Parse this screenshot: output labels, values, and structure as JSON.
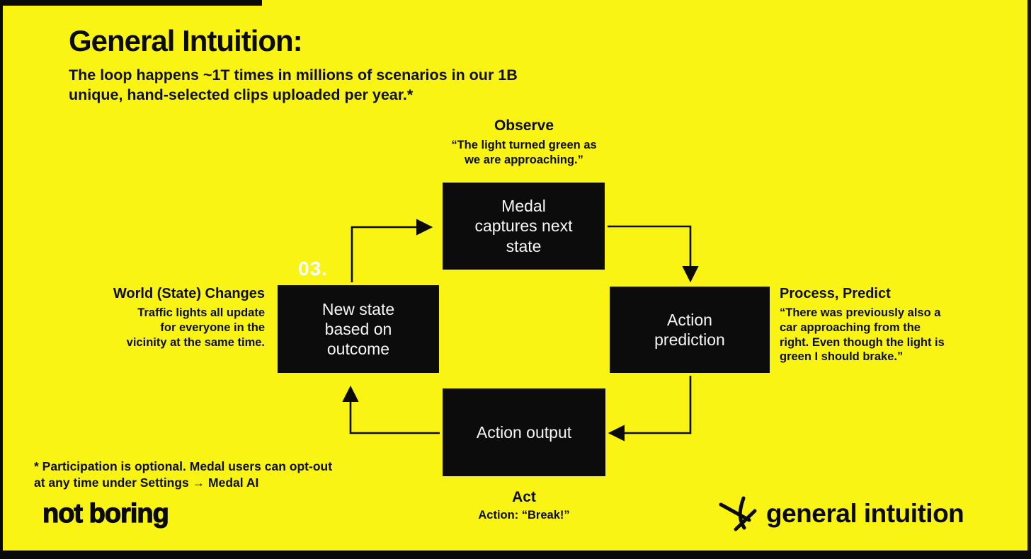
{
  "colors": {
    "background": "#FAF414",
    "node_background": "#0C0C0C",
    "node_text": "#F7F7F5",
    "text": "#0D0D0D",
    "step_number": "#FFFFFF"
  },
  "header": {
    "title": "General Intuition:",
    "subtitle": "The loop happens ~1T times in millions of scenarios in our 1B\nunique, hand-selected clips uploaded per year.*"
  },
  "diagram": {
    "step_number": "03.",
    "nodes": {
      "top": {
        "label": "Medal\ncaptures next\nstate"
      },
      "right": {
        "label": "Action\nprediction"
      },
      "bottom": {
        "label": "Action output"
      },
      "left": {
        "label": "New state\nbased on\noutcome"
      }
    },
    "annotations": {
      "observe": {
        "title": "Observe",
        "quote": "“The light turned green as\nwe are approaching.”"
      },
      "process": {
        "title": "Process, Predict",
        "quote": "“There was previously also a\ncar approaching from the\nright. Even though the light is\ngreen I should brake.”"
      },
      "act": {
        "title": "Act",
        "quote": "Action: “Break!”"
      },
      "world": {
        "title": "World (State) Changes",
        "quote": "Traffic lights all update\nfor everyone in the\nvicinity at the same time."
      }
    }
  },
  "footnote": "* Participation is optional. Medal users can opt-out\nat any time under Settings → Medal AI",
  "logos": {
    "not_boring": "not boring",
    "general_intuition": "general intuition"
  }
}
